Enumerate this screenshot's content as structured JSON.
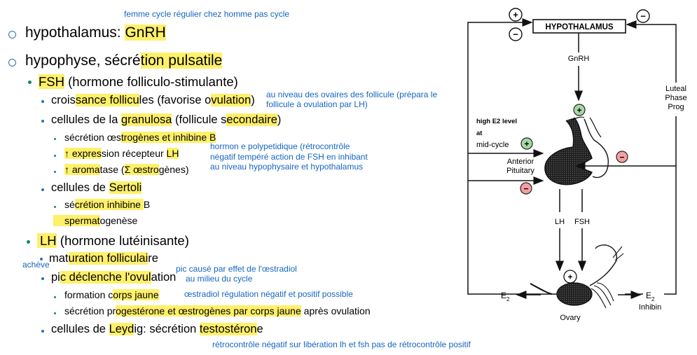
{
  "annotations": {
    "top": "femme cycle régulier chez homme pas cycle",
    "ovaires_1": "au niveau des ovaires des follicule (prépara le",
    "ovaires_2": "follicule à ovulation par LH)",
    "inhibine_1": "hormon e polypetidique (rétrocontrôle",
    "inhibine_2": "négatif tempéré action de FSH en inhibant",
    "inhibine_3": "au niveau hypophysaire et hypothalamus",
    "acheve": "achève",
    "pic_1": "pic causé par effet de l'œstradiol",
    "pic_2": "au milieu du cycle",
    "oestradiol": "œstradiol régulation négatif et positif possible",
    "bottom": "rétrocontrôle négatif sur libération lh et fsh pas de rétrocontrôle positif"
  },
  "outline": {
    "hypothalamus": {
      "pre": "hypothalamus: ",
      "hl": "GnRH"
    },
    "hypophyse": {
      "pre": "hypophyse, sécré",
      "hl": "tion pulsatile"
    },
    "fsh": {
      "hl": "FSH",
      "post": " (hormone folliculo-stimulante)"
    },
    "croissance": {
      "a": "crois",
      "b": "sance follicu",
      "c": "les (favorise o",
      "d": "vulation",
      "e": ")"
    },
    "granulosa": {
      "a": "cellules de la ",
      "b": "granulosa",
      "c": " (follicule s",
      "d": "econdaire",
      "e": ")"
    },
    "secretion_oestro": {
      "a": "sécrétion œs",
      "b": "trogènes et inhibine B"
    },
    "expression_lh": {
      "a": "↑ expres",
      "b": "sion récepteur ",
      "c": "LH"
    },
    "aromatase": {
      "a": "↑ aroma",
      "b": "tase (",
      "c": "Σ œstro",
      "d": "gènes)"
    },
    "sertoli": {
      "a": "cellules de ",
      "b": "Sertoli"
    },
    "secretion_inhibine": {
      "a": "sé",
      "b": "crétion inhibine ",
      "c": "B"
    },
    "spermatogenese": {
      "a": "spermat",
      "b": "ogenèse"
    },
    "lh": {
      "hl": "LH",
      "post": " (hormone lutéinisante)"
    },
    "maturation": {
      "a": "mat",
      "b": "uration folliculai",
      "c": "re"
    },
    "pic": {
      "a": "pi",
      "b": "c déclenche l'ovul",
      "c": "ation"
    },
    "corps_jaune": {
      "a": "formation c",
      "b": "orps jaune"
    },
    "progesterone": {
      "a": "sécrétion pr",
      "b": "ogestérone et œstrogènes par corps jaune",
      "c": " après ovulation"
    },
    "leydig": {
      "a": "cellules de ",
      "b": "Leyd",
      "c": "ig: sécrétion ",
      "d": "testostéron",
      "e": "e"
    }
  },
  "diagram": {
    "hypothalamus_label": "HYPOTHALAMUS",
    "gnrh_label": "GnRH",
    "luteal_1": "Luteal",
    "luteal_2": "Phase",
    "luteal_3": "Prog",
    "high_e2_1": "high E2 level",
    "high_e2_2": "at",
    "high_e2_3": "mid-cycle",
    "anterior_1": "Anterior",
    "anterior_2": "Pituitary",
    "lh_label": "LH",
    "fsh_label": "FSH",
    "e2_left": "E",
    "e2_right": "E",
    "subscript": "2",
    "inhibin": "Inhibin",
    "ovary": "Ovary",
    "plus": "+",
    "minus": "−"
  },
  "colors": {
    "highlight": "#fff06a",
    "annotation": "#1565c0",
    "bullet_level1": "#2e6fb0",
    "bullet_green": "#138a5a",
    "bullet_blue": "#2e6fb0",
    "positive_fill": "#a6d8a6",
    "negative_fill": "#f4a0a0"
  }
}
